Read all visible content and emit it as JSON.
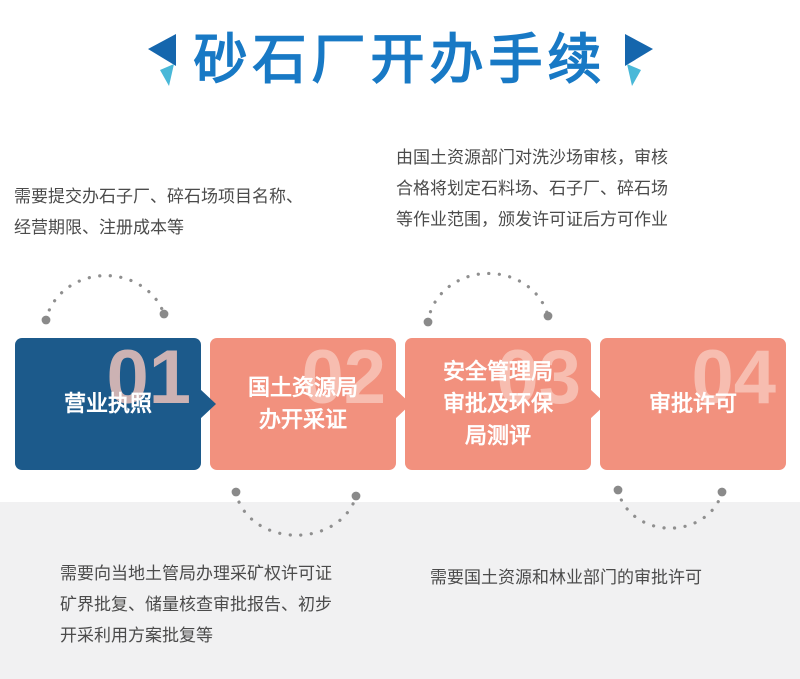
{
  "title": {
    "text": "砂石厂开办手续"
  },
  "notes": {
    "top_left": {
      "lines": [
        "需要提交办石子厂、碎石场项目名称、",
        "经营期限、注册成本等"
      ]
    },
    "top_right": {
      "lines": [
        "由国土资源部门对洗沙场审核，审核",
        "合格将划定石料场、石子厂、碎石场",
        "等作业范围，颁发许可证后方可作业"
      ]
    },
    "bottom_left": {
      "lines": [
        "需要向当地土管局办理采矿权许可证",
        "矿界批复、储量核查审批报告、初步",
        "开采利用方案批复等"
      ]
    },
    "bottom_right": {
      "lines": [
        "需要国土资源和林业部门的审批许可"
      ]
    }
  },
  "steps": [
    {
      "number": "01",
      "lines": [
        "营业执照"
      ]
    },
    {
      "number": "02",
      "lines": [
        "国土资源局",
        "办开采证"
      ]
    },
    {
      "number": "03",
      "lines": [
        "安全管理局",
        "审批及环保",
        "局测评"
      ]
    },
    {
      "number": "04",
      "lines": [
        "审批许可"
      ]
    }
  ],
  "icons": {
    "step_arrow": "triangle-right",
    "title_ornament": "double-triangle",
    "connector": "dotted-arc"
  },
  "colors": {
    "title_blue": "#1879c5",
    "ornament_dark_blue": "#1566ad",
    "ornament_teal": "#49b8d8",
    "step_primary_blue": "#1c5a8b",
    "step_salmon": "#f2917e",
    "step_number_pink": "#f9c9bd",
    "note_text": "#4b4b4b",
    "connector_gray": "#8f8f8f",
    "bottom_band_gray": "#f1f1f2"
  }
}
